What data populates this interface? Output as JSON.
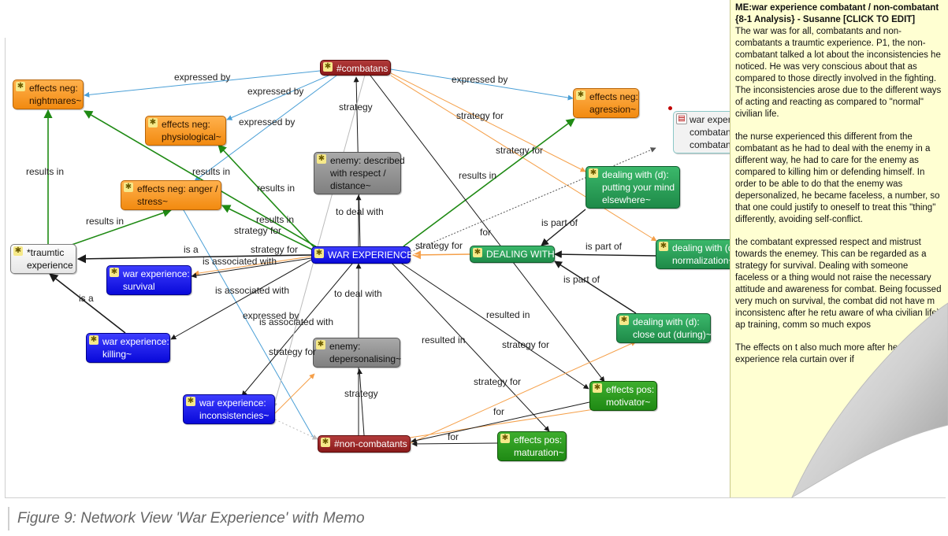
{
  "caption": "Figure 9: Network View 'War Experience' with Memo",
  "colors": {
    "code_effects_neg": "#f28a10",
    "code_enemy": "#909090",
    "code_dealing": "#1e8a48",
    "code_effects_pos": "#1f8a14",
    "code_war_experience": "#0909d9",
    "code_group": "#8a1a1a",
    "memo_background": "#ffffd2"
  },
  "nodes": {
    "combatans": "#combatans",
    "nightmares": "effects neg:\nnightmares~",
    "physiological": "effects neg:\nphysiological~",
    "aggression": "effects neg:\nagression~",
    "anger": "effects neg: anger /\nstress~",
    "enemy_respect": "enemy: described\nwith respect /\ndistance~",
    "putting_mind": "dealing with (d):\nputting your mind\nelsewhere~",
    "memo_node": "war experie\ncombatant\ncombatant",
    "traumtic": "*traumtic\nexperience",
    "war_experience": "WAR EXPERIENCE~",
    "dealing_with": "DEALING  WITH",
    "normalization": "dealing with (d)\nnormalization~",
    "survival": "war experience:\nsurvival",
    "killing": "war experience:\nkilling~",
    "depersonalising": "enemy:\ndepersonalising~",
    "close_out": "dealing with (d):\nclose out (during)~",
    "inconsistencies": "war experience:\ninconsistencies~",
    "motivator": "effects pos:\nmotivator~",
    "non_combatants": "#non-combatants",
    "maturation": "effects pos:\nmaturation~"
  },
  "edge_labels": {
    "expressed_by_1": "expressed by",
    "expressed_by_2": "expressed by",
    "expressed_by_3": "expressed by",
    "expressed_by_4": "expressed by",
    "expressed_by_5": "expressed by",
    "strategy_1": "strategy",
    "strategy_for_1": "strategy for",
    "strategy_for_2": "strategy for",
    "results_in_1": "results in",
    "results_in_2": "results in",
    "results_in_3": "results in",
    "results_in_4": "results in",
    "results_in_5": "results in",
    "results_in_6": "results in",
    "strategy_for_3": "strategy for",
    "to_deal_with_1": "to deal with",
    "is_part_of_1": "is part of",
    "for_1": "for",
    "is_a_1": "is a",
    "strategy_for_4": "strategy for",
    "strategy_for_5": "strategy for",
    "is_part_of_2": "is part of",
    "is_associated_with_1": "is associated with",
    "is_part_of_3": "is part of",
    "is_associated_with_2": "is associated with",
    "is_a_2": "is a",
    "to_deal_with_2": "to deal with",
    "resulted_in_1": "resulted in",
    "is_associated_with_3": "is associated with",
    "resulted_in_2": "resulted in",
    "strategy_for_6": "strategy for",
    "strategy_for_7": "strategy for",
    "strategy_for_8": "strategy for",
    "strategy_2": "strategy",
    "for_2": "for",
    "for_3": "for"
  },
  "memo": {
    "title": "ME:war experience combatant / non-combatant {8-1 Analysis} - Susanne [CLICK TO EDIT]",
    "paragraphs": [
      "The war was for all, combatants and non-combatants a traumtic experience. P1, the non-combatant talked a lot about the inconsistencies he noticed. He was very conscious about that as compared to those directly involved in the fighting. The inconsistencies arose due to the different ways of acting and reacting as compared to \"normal\" civilian life.",
      "the nurse experienced this different from the combatant as he had to deal with the enemy in a different way, he had to care for the enemy as compared to killing him or defending himself. In order to be able to do that the enemy was depersonalized, he became faceless, a number, so that one could justify to oneself to treat this \"thing\" differently, avoiding self-conflict.",
      "the combatant expressed respect and mistrust towards the enemey. This can be regarded as a strategy for survival. Dealing with someone faceless or a thing would not raise the necessary attitude and awareness for combat. Being focussed very much on survival, the combat did not have m inconsistenc after he retu aware of wha civilian life) ap training, comm so much expos",
      "The effects on t also much more after he returne experience rela curtain over if"
    ]
  }
}
